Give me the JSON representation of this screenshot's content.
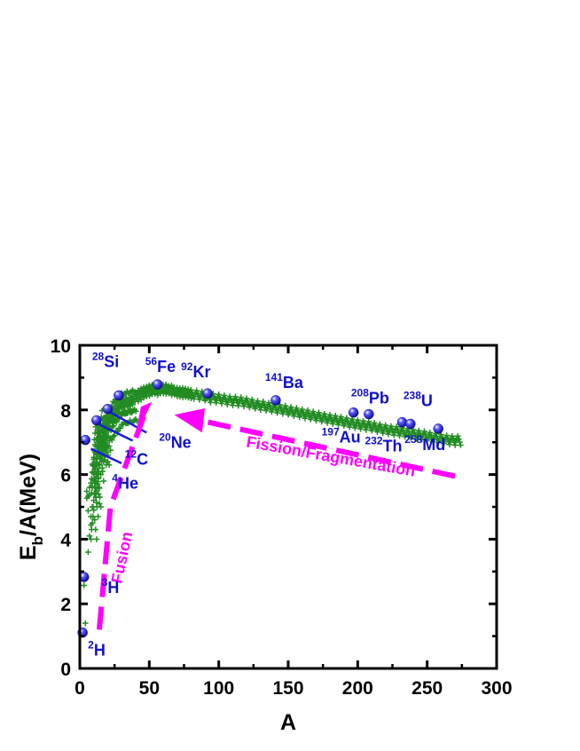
{
  "chart_data": {
    "type": "scatter",
    "title": "",
    "xlabel": "A",
    "ylabel": {
      "base": "E",
      "sub": "b",
      "rest": "/A(MeV)"
    },
    "xlim": [
      0,
      300
    ],
    "ylim": [
      0,
      10
    ],
    "xticks": [
      0,
      50,
      100,
      150,
      200,
      250,
      300
    ],
    "yticks": [
      0,
      2,
      4,
      6,
      8,
      10
    ],
    "grid": false,
    "series": [
      {
        "kind": "all-nuclei-crosses",
        "color": "#228b22",
        "points": [
          [
            2,
            1.11
          ],
          [
            3,
            2.57
          ],
          [
            3,
            2.83
          ],
          [
            4,
            1.4
          ],
          [
            5,
            5.48
          ],
          [
            5,
            5.27
          ],
          [
            6,
            5.33
          ],
          [
            6,
            4.88
          ],
          [
            6,
            3.6
          ],
          [
            7,
            5.6
          ],
          [
            7,
            5.37
          ],
          [
            7,
            4.1
          ],
          [
            8,
            4.44
          ],
          [
            8,
            5.74
          ],
          [
            8,
            4.7
          ],
          [
            8,
            4.0
          ],
          [
            9,
            6.32
          ],
          [
            9,
            5.6
          ],
          [
            9,
            5.0
          ],
          [
            10,
            6.47
          ],
          [
            10,
            6.03
          ],
          [
            10,
            4.9
          ],
          [
            11,
            6.93
          ],
          [
            11,
            6.68
          ],
          [
            11,
            5.6
          ],
          [
            12,
            7.68
          ],
          [
            12,
            6.48
          ],
          [
            12,
            6.0
          ],
          [
            13,
            7.47
          ],
          [
            13,
            6.9
          ],
          [
            13,
            5.9
          ],
          [
            14,
            7.48
          ],
          [
            14,
            7.52
          ],
          [
            14,
            7.1
          ],
          [
            15,
            7.7
          ],
          [
            15,
            7.3
          ],
          [
            15,
            6.7
          ],
          [
            16,
            7.98
          ],
          [
            16,
            7.35
          ],
          [
            17,
            7.75
          ],
          [
            17,
            7.2
          ],
          [
            18,
            7.77
          ],
          [
            18,
            7.3
          ],
          [
            19,
            7.78
          ],
          [
            19,
            7.2
          ],
          [
            20,
            8.03
          ],
          [
            20,
            7.65
          ],
          [
            21,
            7.97
          ],
          [
            22,
            8.08
          ],
          [
            23,
            8.11
          ],
          [
            24,
            8.26
          ],
          [
            25,
            8.22
          ],
          [
            26,
            8.33
          ],
          [
            27,
            8.33
          ],
          [
            28,
            8.45
          ],
          [
            29,
            8.45
          ],
          [
            30,
            8.52
          ],
          [
            31,
            8.48
          ],
          [
            32,
            8.49
          ],
          [
            33,
            8.5
          ],
          [
            34,
            8.58
          ],
          [
            35,
            8.52
          ],
          [
            36,
            8.52
          ],
          [
            37,
            8.57
          ],
          [
            38,
            8.61
          ],
          [
            39,
            8.56
          ],
          [
            40,
            8.55
          ],
          [
            42,
            8.6
          ],
          [
            44,
            8.66
          ],
          [
            46,
            8.7
          ],
          [
            48,
            8.72
          ],
          [
            50,
            8.76
          ],
          [
            52,
            8.78
          ],
          [
            54,
            8.74
          ],
          [
            56,
            8.79
          ],
          [
            58,
            8.79
          ],
          [
            60,
            8.78
          ],
          [
            62,
            8.79
          ],
          [
            64,
            8.74
          ],
          [
            66,
            8.76
          ],
          [
            68,
            8.7
          ],
          [
            70,
            8.69
          ],
          [
            72,
            8.67
          ],
          [
            74,
            8.68
          ],
          [
            76,
            8.66
          ],
          [
            78,
            8.64
          ],
          [
            80,
            8.62
          ],
          [
            84,
            8.6
          ],
          [
            88,
            8.57
          ],
          [
            92,
            8.51
          ],
          [
            96,
            8.5
          ],
          [
            100,
            8.48
          ],
          [
            104,
            8.45
          ],
          [
            108,
            8.42
          ],
          [
            112,
            8.41
          ],
          [
            116,
            8.39
          ],
          [
            120,
            8.36
          ],
          [
            124,
            8.32
          ],
          [
            128,
            8.28
          ],
          [
            132,
            8.26
          ],
          [
            136,
            8.22
          ],
          [
            140,
            8.19
          ],
          [
            144,
            8.16
          ],
          [
            148,
            8.13
          ],
          [
            152,
            8.09
          ],
          [
            156,
            8.06
          ],
          [
            160,
            8.02
          ],
          [
            164,
            7.99
          ],
          [
            168,
            7.95
          ],
          [
            172,
            7.92
          ],
          [
            176,
            7.88
          ],
          [
            180,
            7.85
          ],
          [
            184,
            7.82
          ],
          [
            188,
            7.79
          ],
          [
            192,
            7.75
          ],
          [
            196,
            7.72
          ],
          [
            200,
            7.69
          ],
          [
            204,
            7.66
          ],
          [
            208,
            7.64
          ],
          [
            212,
            7.6
          ],
          [
            216,
            7.56
          ],
          [
            220,
            7.53
          ],
          [
            224,
            7.5
          ],
          [
            228,
            7.48
          ],
          [
            232,
            7.45
          ],
          [
            236,
            7.42
          ],
          [
            240,
            7.39
          ],
          [
            244,
            7.36
          ],
          [
            248,
            7.34
          ],
          [
            252,
            7.3
          ],
          [
            256,
            7.27
          ],
          [
            260,
            7.24
          ],
          [
            264,
            7.21
          ],
          [
            268,
            7.19
          ],
          [
            272,
            7.19
          ]
        ]
      },
      {
        "kind": "highlighted-nuclei",
        "color": "#1a1adf",
        "points": [
          {
            "A": 2,
            "E": 1.11,
            "mass": "2",
            "symbol": "H"
          },
          {
            "A": 3,
            "E": 2.83,
            "mass": "3",
            "symbol": "H"
          },
          {
            "A": 4,
            "E": 7.07,
            "mass": "4",
            "symbol": "He"
          },
          {
            "A": 12,
            "E": 7.68,
            "mass": "12",
            "symbol": "C"
          },
          {
            "A": 20,
            "E": 8.03,
            "mass": "20",
            "symbol": "Ne"
          },
          {
            "A": 28,
            "E": 8.45,
            "mass": "28",
            "symbol": "Si"
          },
          {
            "A": 56,
            "E": 8.79,
            "mass": "56",
            "symbol": "Fe"
          },
          {
            "A": 92,
            "E": 8.51,
            "mass": "92",
            "symbol": "Kr"
          },
          {
            "A": 141,
            "E": 8.3,
            "mass": "141",
            "symbol": "Ba"
          },
          {
            "A": 197,
            "E": 7.92,
            "mass": "197",
            "symbol": "Au"
          },
          {
            "A": 208,
            "E": 7.87,
            "mass": "208",
            "symbol": "Pb"
          },
          {
            "A": 232,
            "E": 7.62,
            "mass": "232",
            "symbol": "Th"
          },
          {
            "A": 238,
            "E": 7.57,
            "mass": "238",
            "symbol": "U"
          },
          {
            "A": 258,
            "E": 7.42,
            "mass": "258",
            "symbol": "Md"
          }
        ]
      }
    ],
    "annotations": {
      "fusion": {
        "text": "Fusion",
        "color": "#ff00ff"
      },
      "fission": {
        "text": "Fission/Fragmentation",
        "color": "#ff00ff"
      }
    }
  }
}
